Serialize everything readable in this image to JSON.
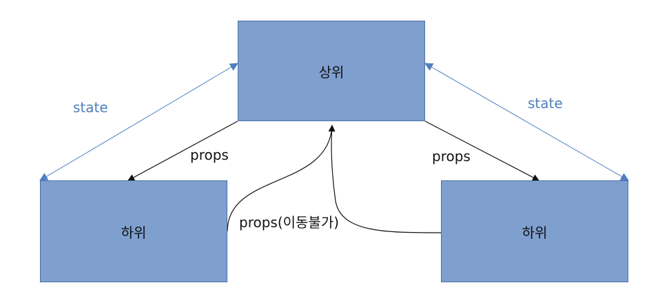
{
  "diagram": {
    "parent_label": "상위",
    "left_child_label": "하위",
    "right_child_label": "하위",
    "state_left_label": "state",
    "state_right_label": "state",
    "props_left_label": "props",
    "props_right_label": "props",
    "props_blocked_label": "props(이동불가)"
  },
  "colors": {
    "box_fill": "#7f9fcf",
    "box_border": "#4a6ea5",
    "state_color": "#4f7fbe",
    "props_color": "#111111"
  }
}
